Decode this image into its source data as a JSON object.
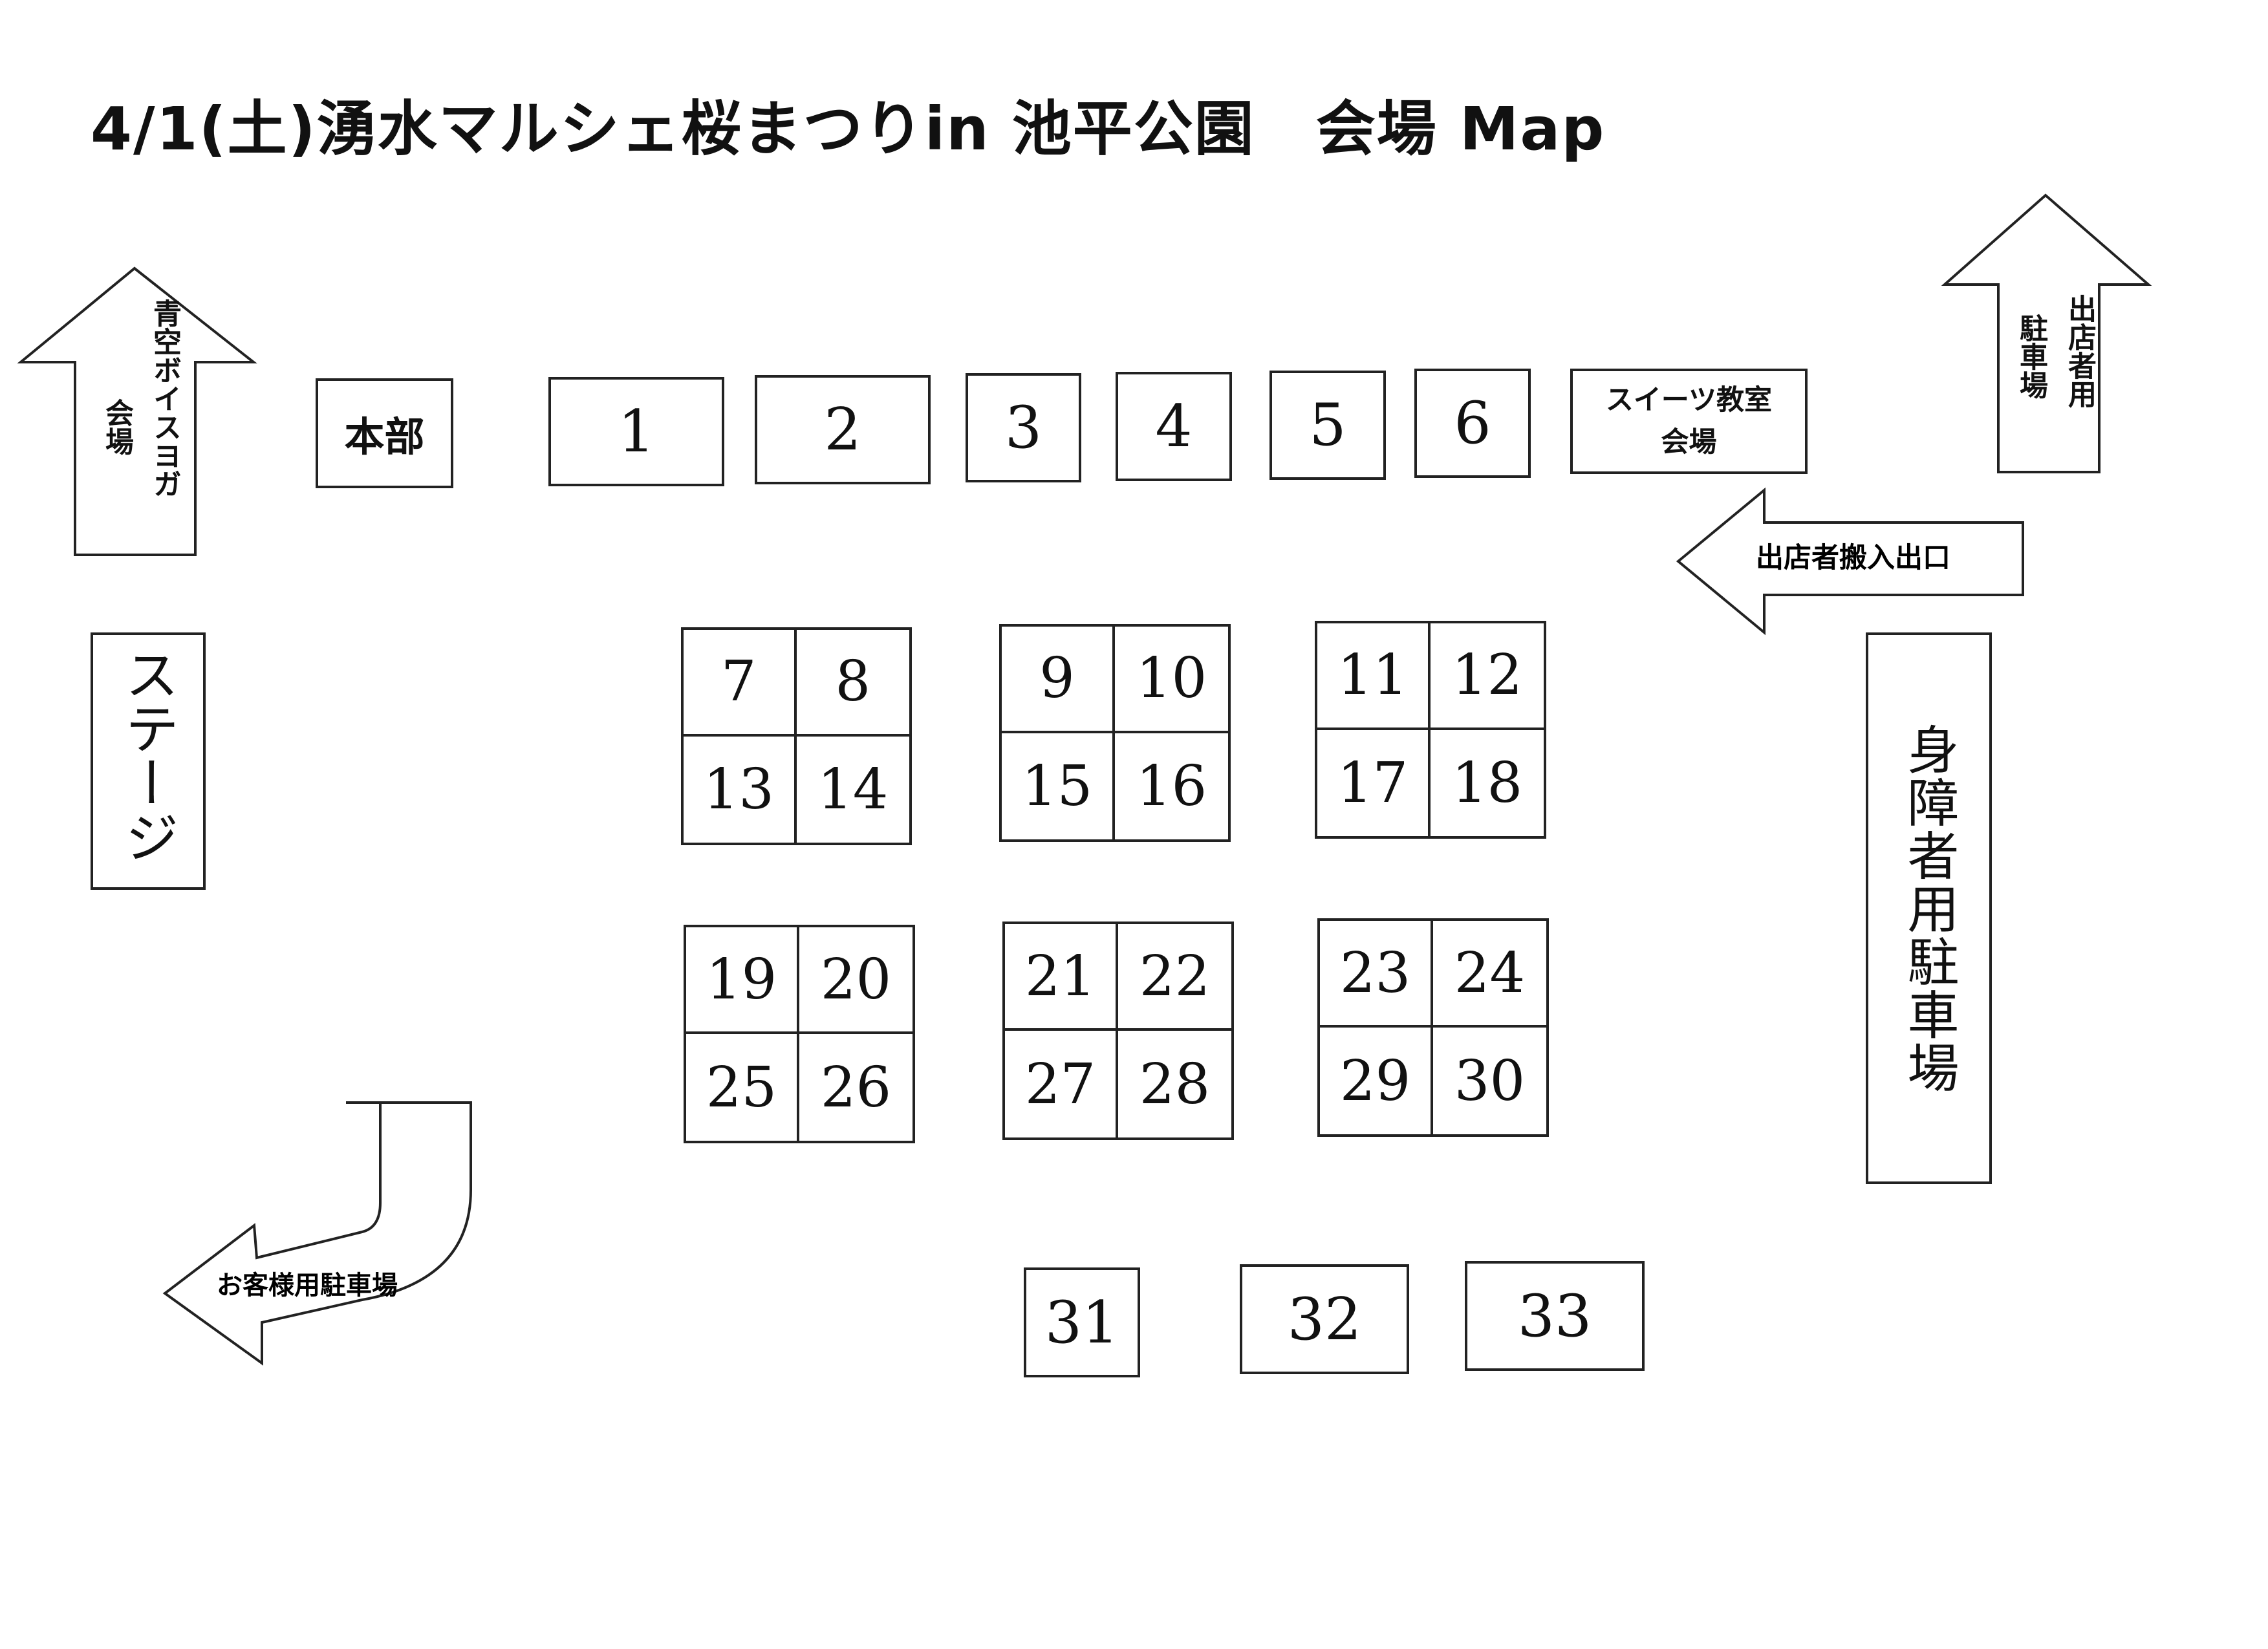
{
  "title": "4/1(土)湧水マルシェ桜まつりin 池平公園　会場 Map",
  "labels": {
    "honbu": "本部",
    "sweets_1": "スイーツ教室",
    "sweets_2": "会場",
    "stage": "ステージ",
    "accessible_parking": "身障者用駐車場",
    "vendor_entrance": "出店者搬入出口",
    "vendor_parking_1": "出店者用",
    "vendor_parking_2": "駐車場",
    "yoga_1": "青空ボイスヨガ",
    "yoga_2": "会場",
    "customer_parking": "お客様用駐車場"
  },
  "booths": {
    "row_top": [
      "1",
      "2",
      "3",
      "4",
      "5",
      "6"
    ],
    "block_a": [
      "7",
      "8",
      "13",
      "14"
    ],
    "block_b": [
      "9",
      "10",
      "15",
      "16"
    ],
    "block_c": [
      "11",
      "12",
      "17",
      "18"
    ],
    "block_d": [
      "19",
      "20",
      "25",
      "26"
    ],
    "block_e": [
      "21",
      "22",
      "27",
      "28"
    ],
    "block_f": [
      "23",
      "24",
      "29",
      "30"
    ],
    "row_bottom": [
      "31",
      "32",
      "33"
    ]
  }
}
